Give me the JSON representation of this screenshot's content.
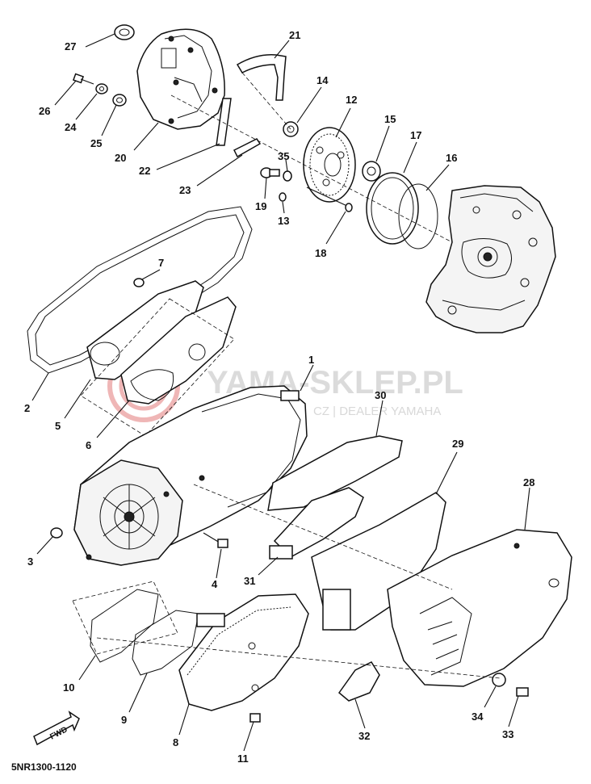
{
  "diagram_code": "5NR1300-1120",
  "watermark": {
    "title": "YAMA-SKLEP.PL",
    "subtitle": "CZ | DEALER YAMAHA"
  },
  "fwd_label": "FWD",
  "part_numbers": [
    "1",
    "2",
    "3",
    "4",
    "5",
    "6",
    "7",
    "8",
    "9",
    "10",
    "11",
    "12",
    "13",
    "14",
    "15",
    "16",
    "17",
    "18",
    "19",
    "20",
    "21",
    "22",
    "23",
    "24",
    "25",
    "26",
    "27",
    "28",
    "29",
    "30",
    "31",
    "32",
    "33",
    "34",
    "35"
  ]
}
